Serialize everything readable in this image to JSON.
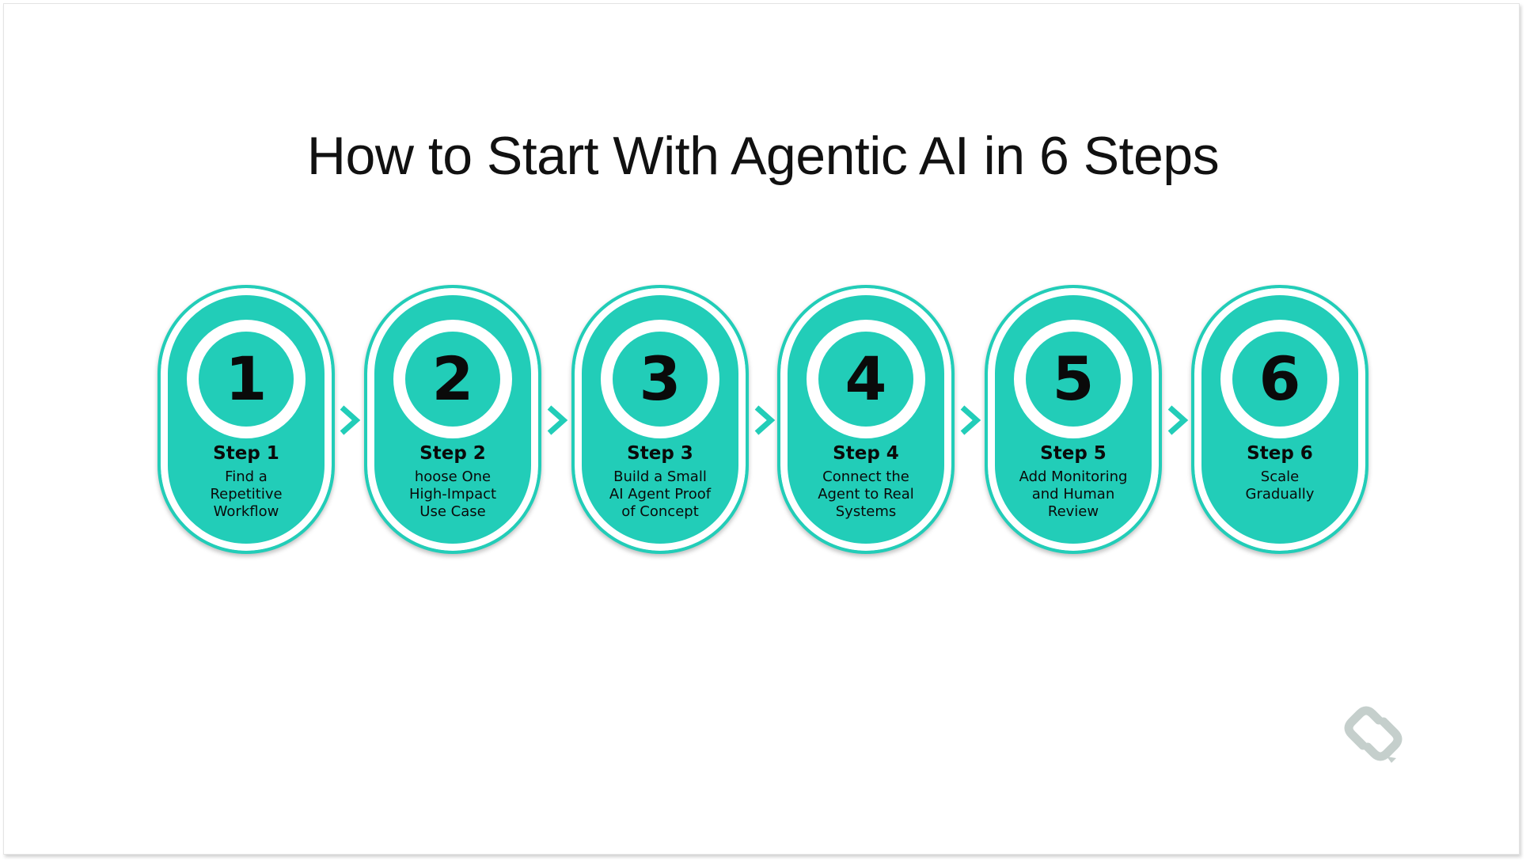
{
  "title": "How to Start With Agentic AI in 6 Steps",
  "colors": {
    "accent": "#22cdb8",
    "text": "#0a0a0a",
    "logo": "#c5cfcc"
  },
  "steps": [
    {
      "number": "1",
      "label": "Step 1",
      "lines": [
        "Find a",
        "Repetitive",
        "Workflow"
      ]
    },
    {
      "number": "2",
      "label": "Step 2",
      "lines": [
        "hoose One",
        "High-Impact",
        "Use Case"
      ]
    },
    {
      "number": "3",
      "label": "Step 3",
      "lines": [
        "Build a Small",
        "AI Agent Proof",
        "of Concept"
      ]
    },
    {
      "number": "4",
      "label": "Step 4",
      "lines": [
        "Connect the",
        "Agent to Real",
        "Systems"
      ]
    },
    {
      "number": "5",
      "label": "Step 5",
      "lines": [
        "Add Monitoring",
        "and Human",
        "Review"
      ]
    },
    {
      "number": "6",
      "label": "Step 6",
      "lines": [
        "Scale",
        "Gradually"
      ]
    }
  ],
  "connector_icon": "chevron-right-icon",
  "logo_icon": "link-logo-icon"
}
